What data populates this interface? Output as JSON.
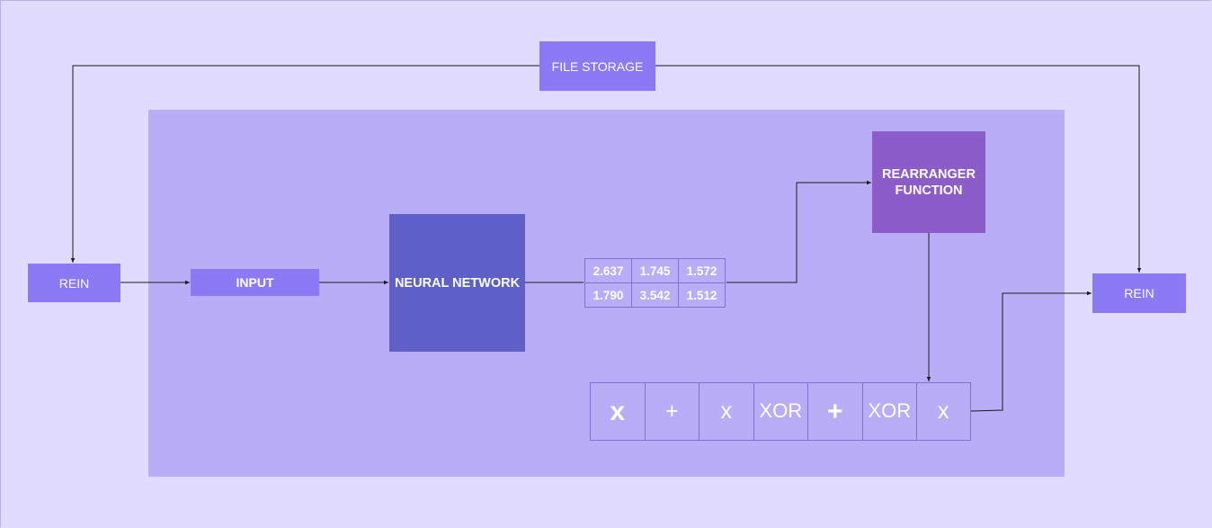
{
  "nodes": {
    "file_storage": "FILE STORAGE",
    "rein_left": "REIN",
    "rein_right": "REIN",
    "input": "INPUT",
    "neural_network": "NEURAL NETWORK",
    "rearranger_line1": "REARRANGER",
    "rearranger_line2": "FUNCTION"
  },
  "values_table": [
    [
      "2.637",
      "1.745",
      "1.572"
    ],
    [
      "1.790",
      "3.542",
      "1.512"
    ]
  ],
  "operations": [
    "x",
    "+",
    "x",
    "XOR",
    "+",
    "XOR",
    "x"
  ],
  "colors": {
    "background": "#e0dbff",
    "container": "#b8adf6",
    "light_box": "#8c7af5",
    "neural_network": "#5f5fc8",
    "rearranger": "#8c5cc8",
    "connector": "#1a1a1a"
  }
}
